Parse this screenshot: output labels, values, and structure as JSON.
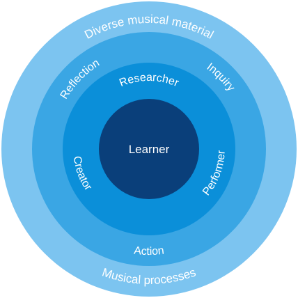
{
  "diagram": {
    "rings": [
      {
        "id": "outer",
        "color": "#7cc4f0"
      },
      {
        "id": "second",
        "color": "#3aa6e4"
      },
      {
        "id": "third",
        "color": "#0b8fd9"
      },
      {
        "id": "core",
        "color": "#0a3f7a"
      }
    ],
    "labels": {
      "outer_top": "Diverse musical material",
      "outer_bottom": "Musical processes",
      "second_left": "Reflection",
      "second_right": "Inquiry",
      "second_bottom": "Action",
      "third_top": "Researcher",
      "third_left": "Creator",
      "third_right": "Performer",
      "center": "Learner"
    }
  }
}
